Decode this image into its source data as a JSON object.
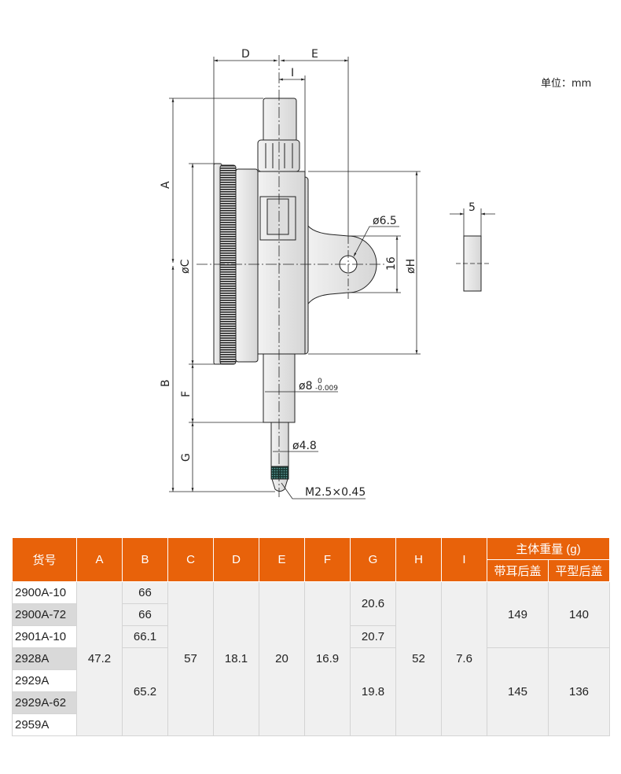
{
  "unit_label": "单位：mm",
  "drawing": {
    "labels": {
      "D": "D",
      "E": "E",
      "I": "I",
      "A": "A",
      "B": "B",
      "C": "øC",
      "F": "F",
      "G": "G",
      "H": "øH",
      "sixteen": "16",
      "hole": "ø6.5",
      "stem": "ø8",
      "stem_tol_upper": "0",
      "stem_tol_lower": "-0.009",
      "spindle": "ø4.8",
      "thread": "M2.5×0.45",
      "thickness": "5"
    }
  },
  "table": {
    "headers": [
      "货号",
      "A",
      "B",
      "C",
      "D",
      "E",
      "F",
      "G",
      "H",
      "I"
    ],
    "weight_header": "主体重量 (g)",
    "weight_sub": [
      "带耳后盖",
      "平型后盖"
    ],
    "models": [
      "2900A-10",
      "2900A-72",
      "2901A-10",
      "2928A",
      "2929A",
      "2929A-62",
      "2959A"
    ],
    "A": "47.2",
    "B": [
      "66",
      "66",
      "66.1",
      "65.2"
    ],
    "C": "57",
    "D": "18.1",
    "E": "20",
    "F": "16.9",
    "G": [
      "20.6",
      "20.7",
      "19.8"
    ],
    "H": "52",
    "I": "7.6",
    "weight_lug": [
      "149",
      "145"
    ],
    "weight_flat": [
      "140",
      "136"
    ]
  }
}
